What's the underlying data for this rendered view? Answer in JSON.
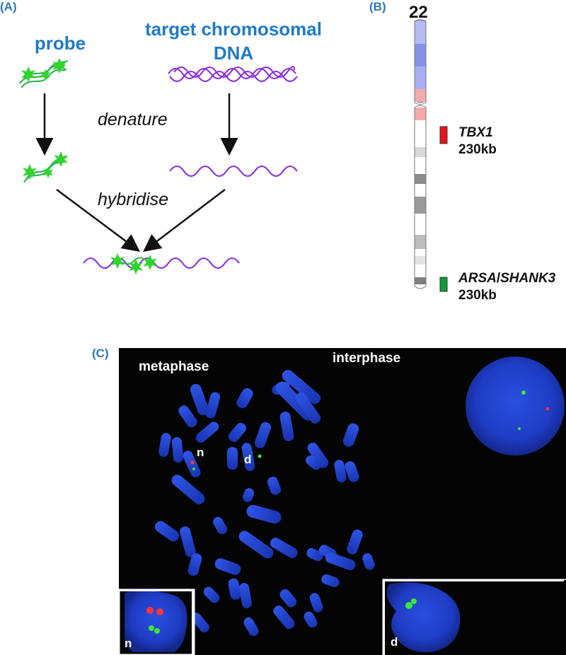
{
  "panel_a": {
    "label": "(A)",
    "probe_title": "probe",
    "target_title_line1": "target chromosomal",
    "target_title_line2": "DNA",
    "step_denature": "denature",
    "step_hybridise": "hybridise"
  },
  "panel_b": {
    "label": "(B)",
    "chromosome_number": "22",
    "gene1_name": "TBX1",
    "gene1_size": "230kb",
    "gene1_color": "#e8101a",
    "gene2_name_a": "ARSA",
    "gene2_sep": "/",
    "gene2_name_b": "SHANK3",
    "gene2_size": "230kb",
    "gene2_color": "#0f9a3a"
  },
  "panel_c": {
    "label": "(C)",
    "metaphase_label": "metaphase",
    "interphase_label": "interphase",
    "marker_n": "n",
    "marker_d": "d",
    "inset_n_label": "n",
    "inset_d_label": "d"
  },
  "colors": {
    "label_blue": "#2e75b6",
    "probe_green": "#2fd52a",
    "dna_purple": "#8a2be2",
    "chromosome_blue": "#1e3fd6"
  }
}
